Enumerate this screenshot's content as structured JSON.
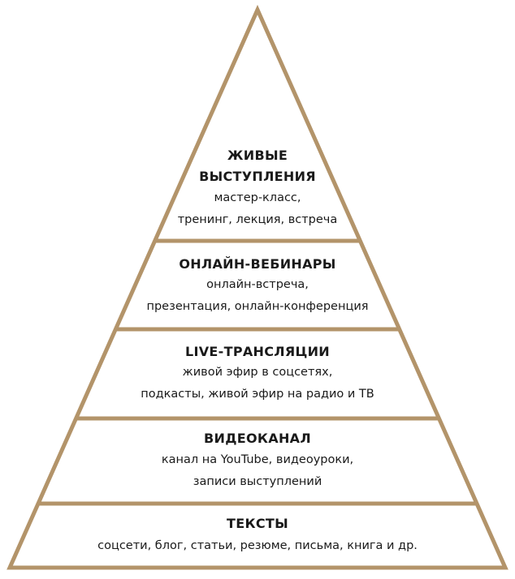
{
  "colors": {
    "line": "#b3946a",
    "text": "#1a1a1a"
  },
  "levels": [
    {
      "title_lines": [
        "ЖИВЫЕ",
        "ВЫСТУПЛЕНИЯ"
      ],
      "desc_lines": [
        "мастер-класс,",
        "тренинг, лекция, встреча"
      ]
    },
    {
      "title_lines": [
        "ОНЛАЙН-ВЕБИНАРЫ"
      ],
      "desc_lines": [
        "онлайн-встреча,",
        "презентация, онлайн-конференция"
      ]
    },
    {
      "title_lines": [
        "LIVE-ТРАНСЛЯЦИИ"
      ],
      "desc_lines": [
        "живой эфир в соцсетях,",
        "подкасты, живой эфир на радио и ТВ"
      ]
    },
    {
      "title_lines": [
        "ВИДЕОКАНАЛ"
      ],
      "desc_lines": [
        "канал на YouTube, видеоуроки,",
        "записи выступлений"
      ]
    },
    {
      "title_lines": [
        "ТЕКСТЫ"
      ],
      "desc_lines": [
        "соцсети, блог, статьи, резюме, письма, книга и др."
      ]
    }
  ]
}
